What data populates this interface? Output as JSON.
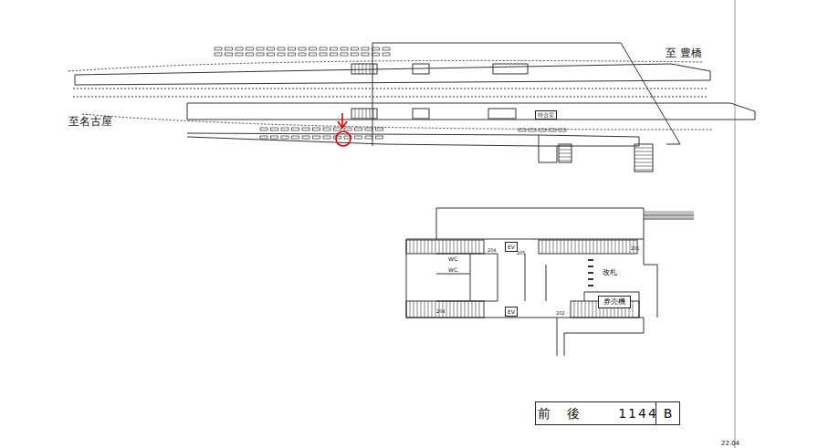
{
  "diagram": {
    "nodes": [
      {
        "text": [
          "前　後",
          "1144"
        ]
      },
      {
        "text": [
          "B"
        ]
      },
      {
        "text": [
          "EV"
        ]
      },
      {
        "text": [
          "EV"
        ]
      },
      {
        "text": [
          "待合室"
        ]
      },
      {
        "text": [
          "券売機"
        ]
      }
    ],
    "labels": [
      "至 豊橋",
      "至名古屋",
      "WC",
      "WC",
      "改札",
      "204",
      "205",
      "201",
      "204",
      "202",
      "22.04"
    ]
  }
}
